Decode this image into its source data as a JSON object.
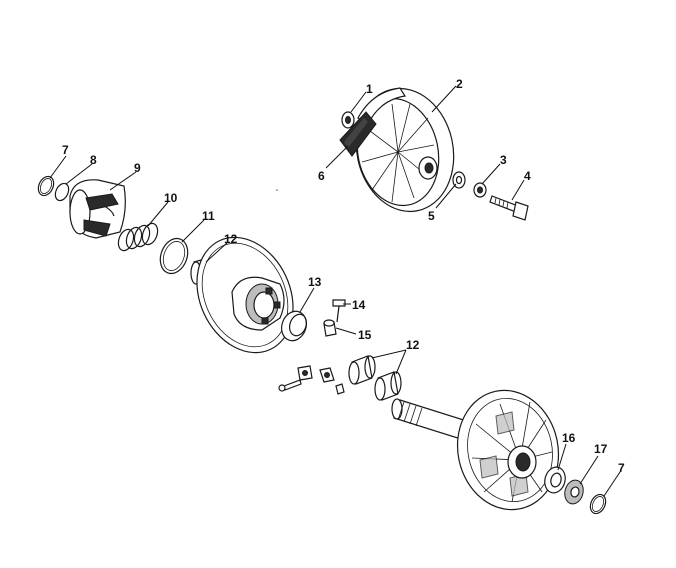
{
  "callouts": {
    "c1": "1",
    "c2": "2",
    "c3": "3",
    "c4": "4",
    "c5": "5",
    "c6": "6",
    "c7a": "7",
    "c7b": "7",
    "c8": "8",
    "c9": "9",
    "c10": "10",
    "c11": "11",
    "c12a": "12",
    "c12b": "12",
    "c13": "13",
    "c14": "14",
    "c15": "15",
    "c16": "16",
    "c17": "17"
  }
}
